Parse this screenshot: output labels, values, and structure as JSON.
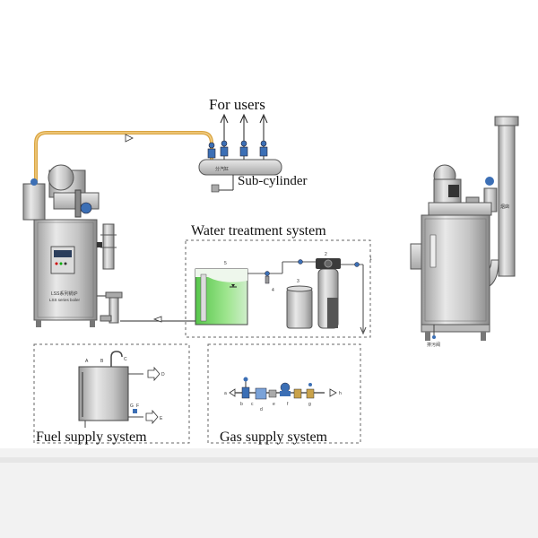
{
  "labels": {
    "for_users": "For users",
    "sub_cylinder": "Sub-cylinder",
    "water_treatment": "Water treatment system",
    "fuel_supply": "Fuel supply system",
    "gas_supply": "Gas supply system"
  },
  "small_text": {
    "boiler_panel_line1": "LSS系列锅炉",
    "boiler_panel_line2": "LSS series boiler",
    "chimney_tag": "烟囱",
    "drain_tag": "排污阀",
    "manifold_tag": "分汽缸",
    "tank_letters": [
      "A",
      "B",
      "C",
      "D",
      "E",
      "F",
      "G"
    ],
    "water_numbers": [
      "1",
      "2",
      "3",
      "4",
      "5"
    ],
    "gas_letters": [
      "a",
      "b",
      "c",
      "d",
      "e",
      "f",
      "g",
      "h"
    ]
  },
  "colors": {
    "steam_pipe": "#d9a441",
    "water_tank_fill": "#7fd66b",
    "metal": "#c9c9c9",
    "dashed_border": "#666666",
    "bottom_band": "#f2f2f2"
  }
}
